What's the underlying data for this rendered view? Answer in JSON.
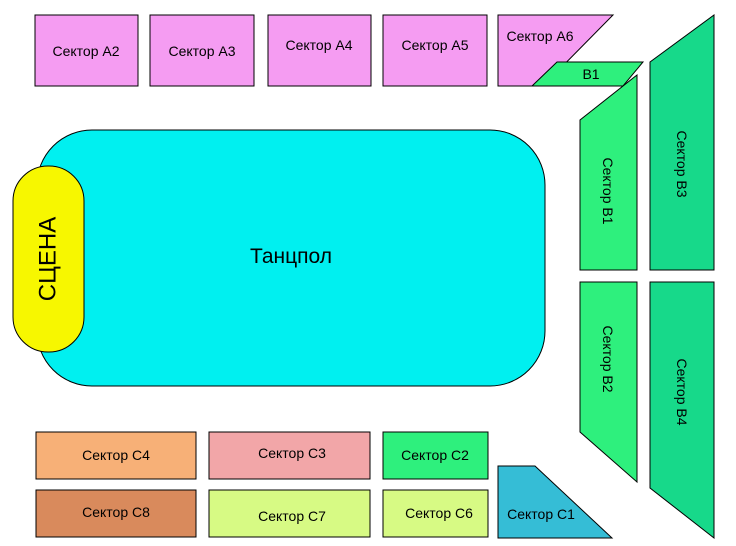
{
  "stage": {
    "label": "СЦЕНА",
    "color": "#f7f700"
  },
  "dance_floor": {
    "label": "Танцпол",
    "color": "#00f0f0"
  },
  "sectors": {
    "a2": {
      "label": "Сектор A2",
      "color": "#f59cf2"
    },
    "a3": {
      "label": "Сектор A3",
      "color": "#f59cf2"
    },
    "a4": {
      "label": "Сектор A4",
      "color": "#f59cf2"
    },
    "a5": {
      "label": "Сектор A5",
      "color": "#f59cf2"
    },
    "a6": {
      "label": "Сектор A6",
      "color": "#f59cf2"
    },
    "b1_small": {
      "label": "B1",
      "color": "#2ef07d"
    },
    "b1": {
      "label": "Сектор B1",
      "color": "#2ef07d"
    },
    "b2": {
      "label": "Сектор B2",
      "color": "#2ef07d"
    },
    "b3": {
      "label": "Сектор B3",
      "color": "#17d98a"
    },
    "b4": {
      "label": "Сектор B4",
      "color": "#17d98a"
    },
    "c1": {
      "label": "Сектор C1",
      "color": "#35bdd6"
    },
    "c2": {
      "label": "Сектор C2",
      "color": "#2ef07d"
    },
    "c3": {
      "label": "Сектор C3",
      "color": "#f2a6a8"
    },
    "c4": {
      "label": "Сектор C4",
      "color": "#f7b077"
    },
    "c6": {
      "label": "Сектор C6",
      "color": "#d7fa84"
    },
    "c7": {
      "label": "Сектор C7",
      "color": "#d7fa84"
    },
    "c8": {
      "label": "Сектор C8",
      "color": "#d98a5c"
    }
  }
}
